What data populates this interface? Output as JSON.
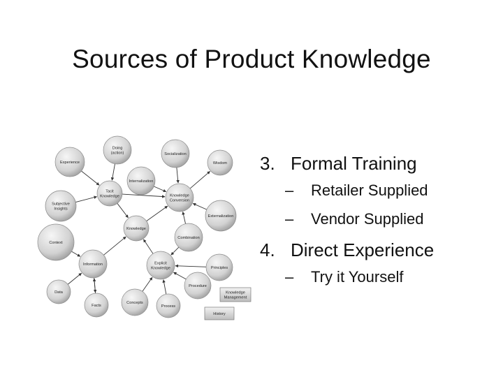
{
  "slide": {
    "title": "Sources of Product Knowledge"
  },
  "diagram": {
    "nodes": {
      "doing": [
        "Doing",
        "(action)"
      ],
      "experience": [
        "Experience"
      ],
      "socialization": [
        "Socialization"
      ],
      "wisdom": [
        "Wisdom"
      ],
      "internalization": [
        "Internalization"
      ],
      "tacit": [
        "Tacit",
        "Knowledge"
      ],
      "conversion": [
        "Knowledge",
        "Conversion"
      ],
      "subjective": [
        "Subjective",
        "Insights"
      ],
      "externalization": [
        "Externalization"
      ],
      "knowledge": [
        "Knowledge"
      ],
      "combination": [
        "Combination"
      ],
      "context": [
        "Context"
      ],
      "information": [
        "Information"
      ],
      "explicit": [
        "Explicit",
        "Knowledge"
      ],
      "principles": [
        "Principles"
      ],
      "procedure": [
        "Procedure"
      ],
      "data": [
        "Data"
      ],
      "facts": [
        "Facts"
      ],
      "concepts": [
        "Concepts"
      ],
      "process": [
        "Process"
      ]
    },
    "boxes": {
      "km": [
        "Knowledge",
        "Management"
      ],
      "history": [
        "History"
      ]
    }
  },
  "bullets": [
    {
      "number": "3.",
      "text": "Formal Training",
      "subs": [
        {
          "dash": "–",
          "text": "Retailer Supplied"
        },
        {
          "dash": "–",
          "text": "Vendor Supplied"
        }
      ]
    },
    {
      "number": "4.",
      "text": "Direct Experience",
      "subs": [
        {
          "dash": "–",
          "text": "Try it Yourself"
        }
      ]
    }
  ],
  "colors": {
    "node_fill_light": "#f4f4f4",
    "node_fill_dark": "#a9a9a9",
    "edge": "#333333"
  }
}
